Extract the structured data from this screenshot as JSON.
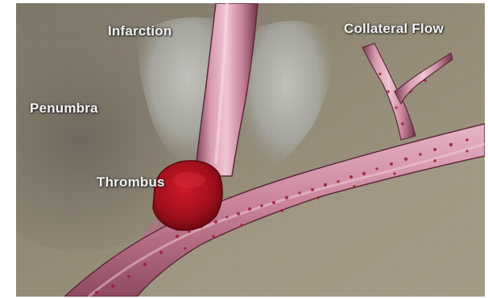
{
  "image": {
    "description_labels": {
      "infarction": "Infarction",
      "penumbra": "Penumbra",
      "collateral_flow": "Collateral Flow",
      "thrombus": "Thrombus"
    },
    "colors": {
      "tissue": "#8a8270",
      "infarct_gray": "#a9a9a2",
      "vessel_wall": "#c98aa0",
      "vessel_light": "#e8bccb",
      "blood": "#9a2a3a",
      "thrombus": "#a0101c",
      "label_text": "#f2f2f2"
    }
  }
}
